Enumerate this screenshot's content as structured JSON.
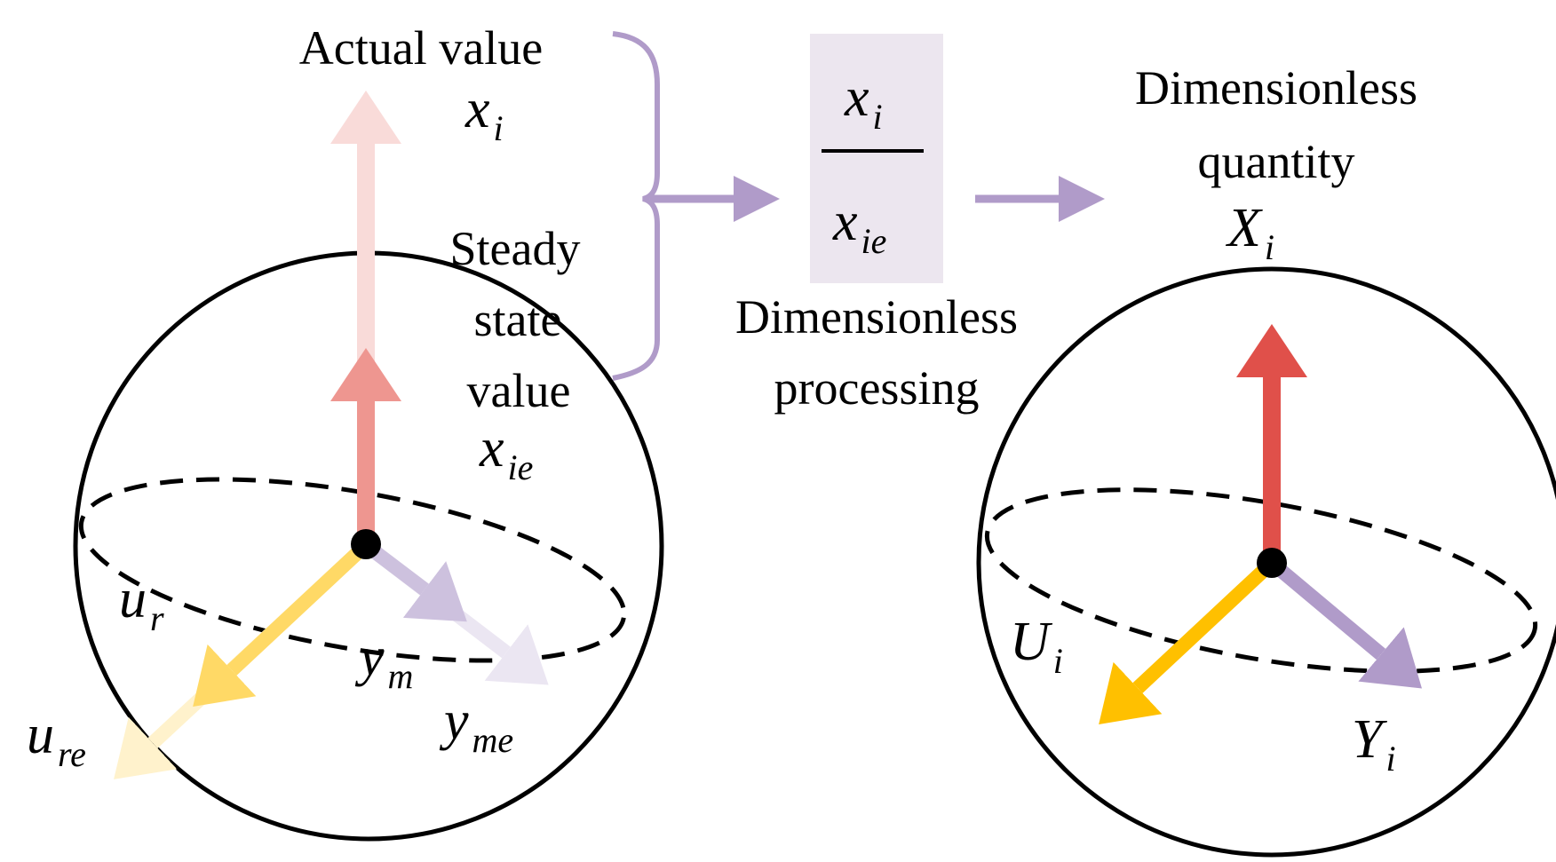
{
  "left_sphere": {
    "actual_value_label": "Actual value",
    "actual_value_var": "x",
    "actual_value_sub": "i",
    "steady_label_line1": "Steady",
    "steady_label_line2": "state",
    "steady_label_line3": "value",
    "steady_var": "x",
    "steady_sub": "ie",
    "ur_var": "u",
    "ur_sub": "r",
    "ure_var": "u",
    "ure_sub": "re",
    "ym_var": "y",
    "ym_sub": "m",
    "yme_var": "y",
    "yme_sub": "me"
  },
  "process": {
    "numerator_var": "x",
    "numerator_sub": "i",
    "denominator_var": "x",
    "denominator_sub": "ie",
    "label_line1": "Dimensionless",
    "label_line2": "processing"
  },
  "right_sphere": {
    "title_line1": "Dimensionless",
    "title_line2": "quantity",
    "X_var": "X",
    "X_sub": "i",
    "U_var": "U",
    "U_sub": "i",
    "Y_var": "Y",
    "Y_sub": "i"
  },
  "colors": {
    "red": "#e0504a",
    "red_mid": "#ee9690",
    "red_light": "#f9dbd9",
    "yellow": "#ffc000",
    "yellow_mid": "#ffd966",
    "yellow_light": "#fff2cc",
    "purple": "#b09bc9",
    "purple_mid": "#cdc1de",
    "purple_light": "#ebe6f2",
    "box_fill": "#ece6ef"
  },
  "icons": [
    "brace-icon",
    "arrow-right-icon"
  ]
}
